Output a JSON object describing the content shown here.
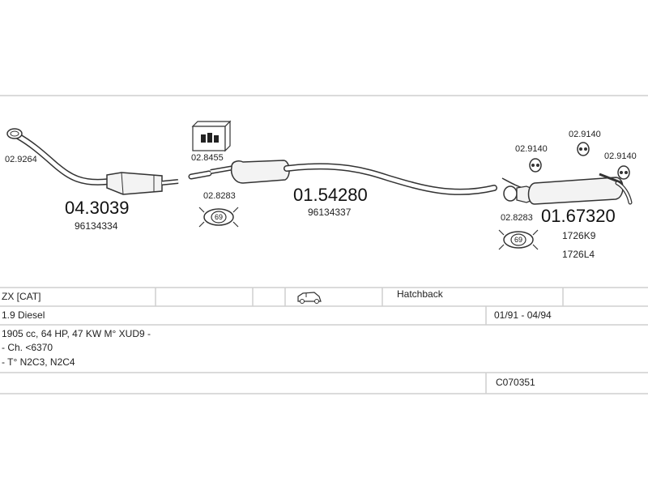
{
  "parts": {
    "front_pipe_clip": "02.9264",
    "front_cat_number": "04.3039",
    "front_cat_oe": "96134334",
    "mounting_kit": "02.8455",
    "gasket_left": "02.8283",
    "gasket_left_ring": "69",
    "middle_pipe_number": "01.54280",
    "middle_pipe_oe": "96134337",
    "rear_hanger_1": "02.9140",
    "rear_hanger_2": "02.9140",
    "rear_hanger_3": "02.9140",
    "rear_gasket": "02.8283",
    "rear_gasket_ring": "69",
    "rear_silencer_number": "01.67320",
    "rear_silencer_oe_1": "1726K9",
    "rear_silencer_oe_2": "1726L4"
  },
  "vehicle": {
    "model": "ZX  [CAT]",
    "body_icon": "car-icon",
    "body_type": "Hatchback",
    "engine": "1.9 Diesel",
    "years": "01/91 - 04/94",
    "spec": "1905 cc, 64 HP, 47 KW  M° XUD9 -",
    "chassis": "- Ch. <6370",
    "type": "- T° N2C3, N2C4",
    "code": "C070351"
  }
}
